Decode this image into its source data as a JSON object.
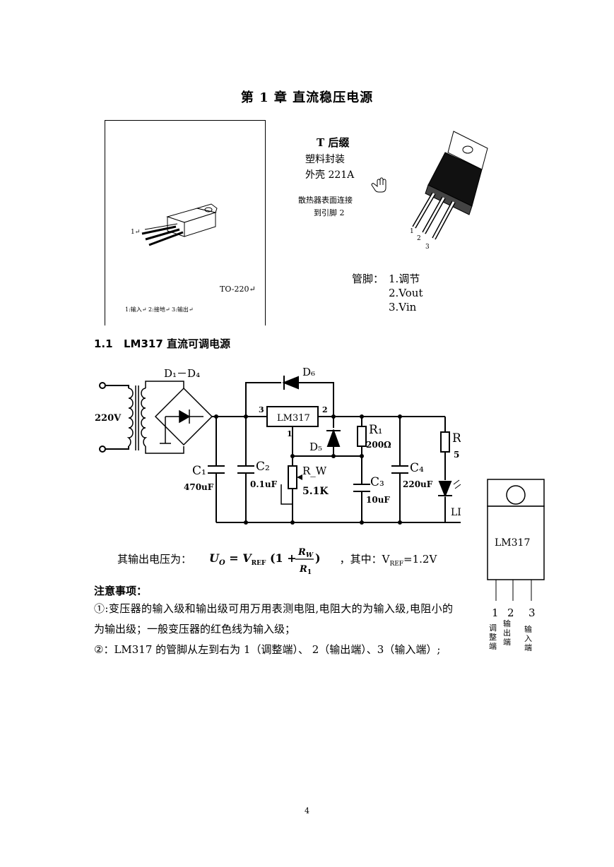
{
  "chapter_title": "第 1 章  直流稳压电源",
  "figure_left": {
    "pin_mark": "1↵",
    "package_name": "TO-220↵",
    "pins_caption": "1:输入↵ 2:接地↵ 3:输出↵"
  },
  "figure_right": {
    "line1": "T 后缀",
    "line2": "塑料封装",
    "line3": "外壳 221A",
    "note1": "散热器表面连接",
    "note2": "到引脚 2",
    "pin_labels": [
      "1",
      "2",
      "3"
    ],
    "pins_heading": "管脚：",
    "pins": [
      "1.调节",
      "2.Vout",
      "3.Vin"
    ]
  },
  "section": {
    "number": "1.1",
    "title": "LM317 直流可调电源"
  },
  "circuit": {
    "bridge_label": "D₁－D₄",
    "input_voltage": "220V",
    "d6": "D₆",
    "d5": "D₅",
    "regulator": "LM317",
    "pin3": "3",
    "pin2": "2",
    "pin1": "1",
    "c1_name": "C₁",
    "c1_value": "470uF",
    "c2_name": "C₂",
    "c2_value": "0.1uF",
    "rw_name": "R_W",
    "rw_value": "5.1K",
    "r1_name": "R₁",
    "r1_value": "200Ω",
    "c3_name": "C₃",
    "c3_value": "10uF",
    "c4_name": "C₄",
    "c4_value": "220uF",
    "r_cut": "R",
    "r_cut_value": "5",
    "led_cut": "LI"
  },
  "pinout": {
    "chip": "LM317",
    "pin_numbers": [
      "1",
      "2",
      "3"
    ],
    "pin_names": [
      "调整端",
      "输出端",
      "输入端"
    ]
  },
  "formula": {
    "prefix": "其输出电压为：",
    "suffix": "，其中：",
    "vref": "V",
    "vref_sub": "REF",
    "vref_value": "=1.2V"
  },
  "notes": {
    "title": "注意事项：",
    "item1": "①:变压器的输入级和输出级可用万用表测电阻,电阻大的为输入级,电阻小的为输出级；一般变压器的红色线为输入级；",
    "item2": "②：LM317 的管脚从左到右为 1（调整端）、 2（输出端）、3（输入端）;"
  },
  "page_number": "4"
}
